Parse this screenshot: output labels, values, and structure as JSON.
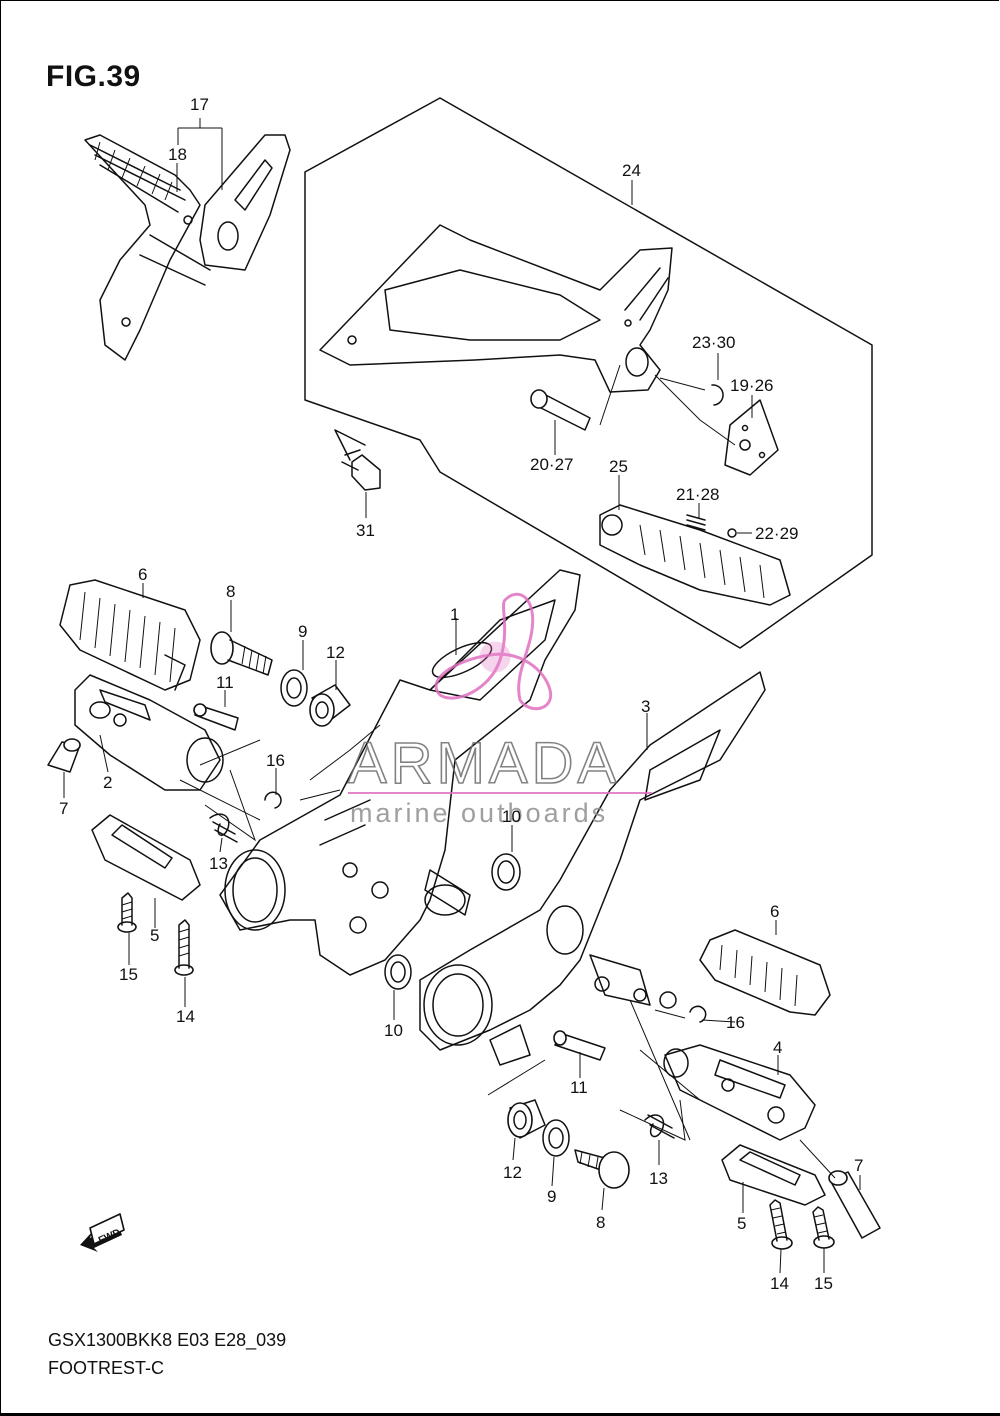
{
  "figure": {
    "title": "FIG.39",
    "model_code": "GSX1300BKK8 E03 E28_039",
    "section_name": "FOOTREST-C"
  },
  "watermark": {
    "brand": "ARMADA",
    "tagline": "marine outboards",
    "color": "#e070c0"
  },
  "fwd_badge": "FWD",
  "callouts": {
    "c1": "1",
    "c2": "2",
    "c3": "3",
    "c4": "4",
    "c5_left": "5",
    "c5_right": "5",
    "c6_left": "6",
    "c6_right": "6",
    "c7_left": "7",
    "c7_right": "7",
    "c8_left": "8",
    "c8_right": "8",
    "c9_left": "9",
    "c9_right": "9",
    "c10_upper": "10",
    "c10_lower": "10",
    "c11_left": "11",
    "c11_right": "11",
    "c12_left": "12",
    "c12_right": "12",
    "c13_left": "13",
    "c13_right": "13",
    "c14_left": "14",
    "c14_right": "14",
    "c15_left": "15",
    "c15_right": "15",
    "c16_left": "16",
    "c16_right": "16",
    "c17": "17",
    "c18": "18",
    "c19_26": "19·26",
    "c20_27": "20·27",
    "c21_28": "21·28",
    "c22_29": "22·29",
    "c23_30": "23·30",
    "c24": "24",
    "c25": "25",
    "c31": "31"
  }
}
